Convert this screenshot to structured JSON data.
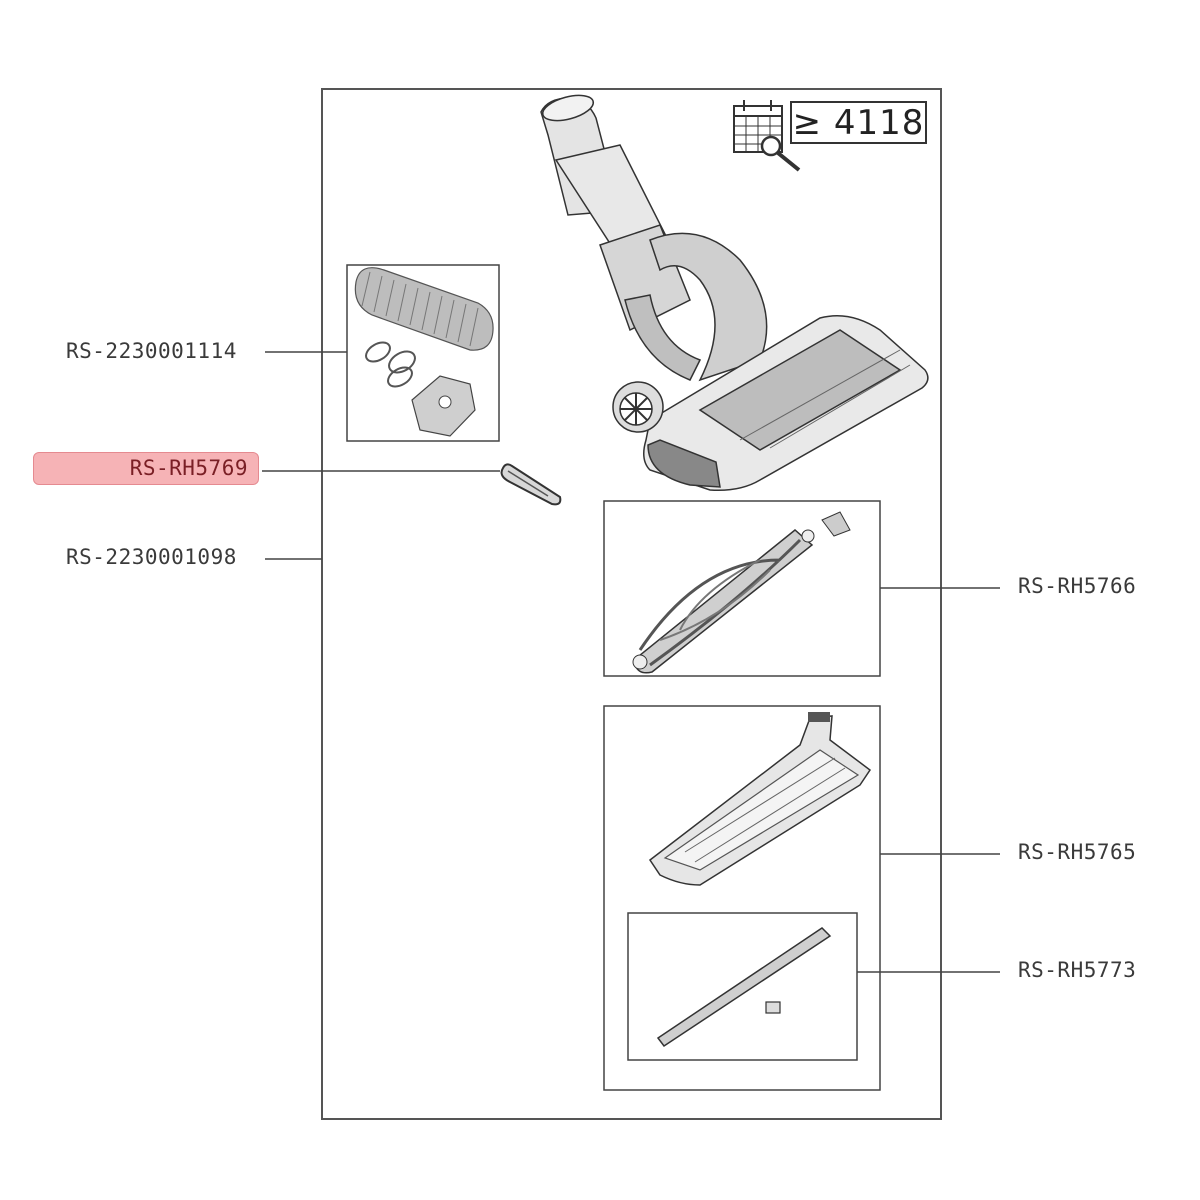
{
  "badge": {
    "icon": "calendar-search-icon",
    "text": "≥ 4118"
  },
  "parts": [
    {
      "code": "RS-2230001114"
    },
    {
      "code": "RS-RH5769",
      "highlighted": true,
      "highlight_color": "#f6b3b6"
    },
    {
      "code": "RS-2230001098"
    },
    {
      "code": "RS-RH5766"
    },
    {
      "code": "RS-RH5765"
    },
    {
      "code": "RS-RH5773"
    }
  ]
}
